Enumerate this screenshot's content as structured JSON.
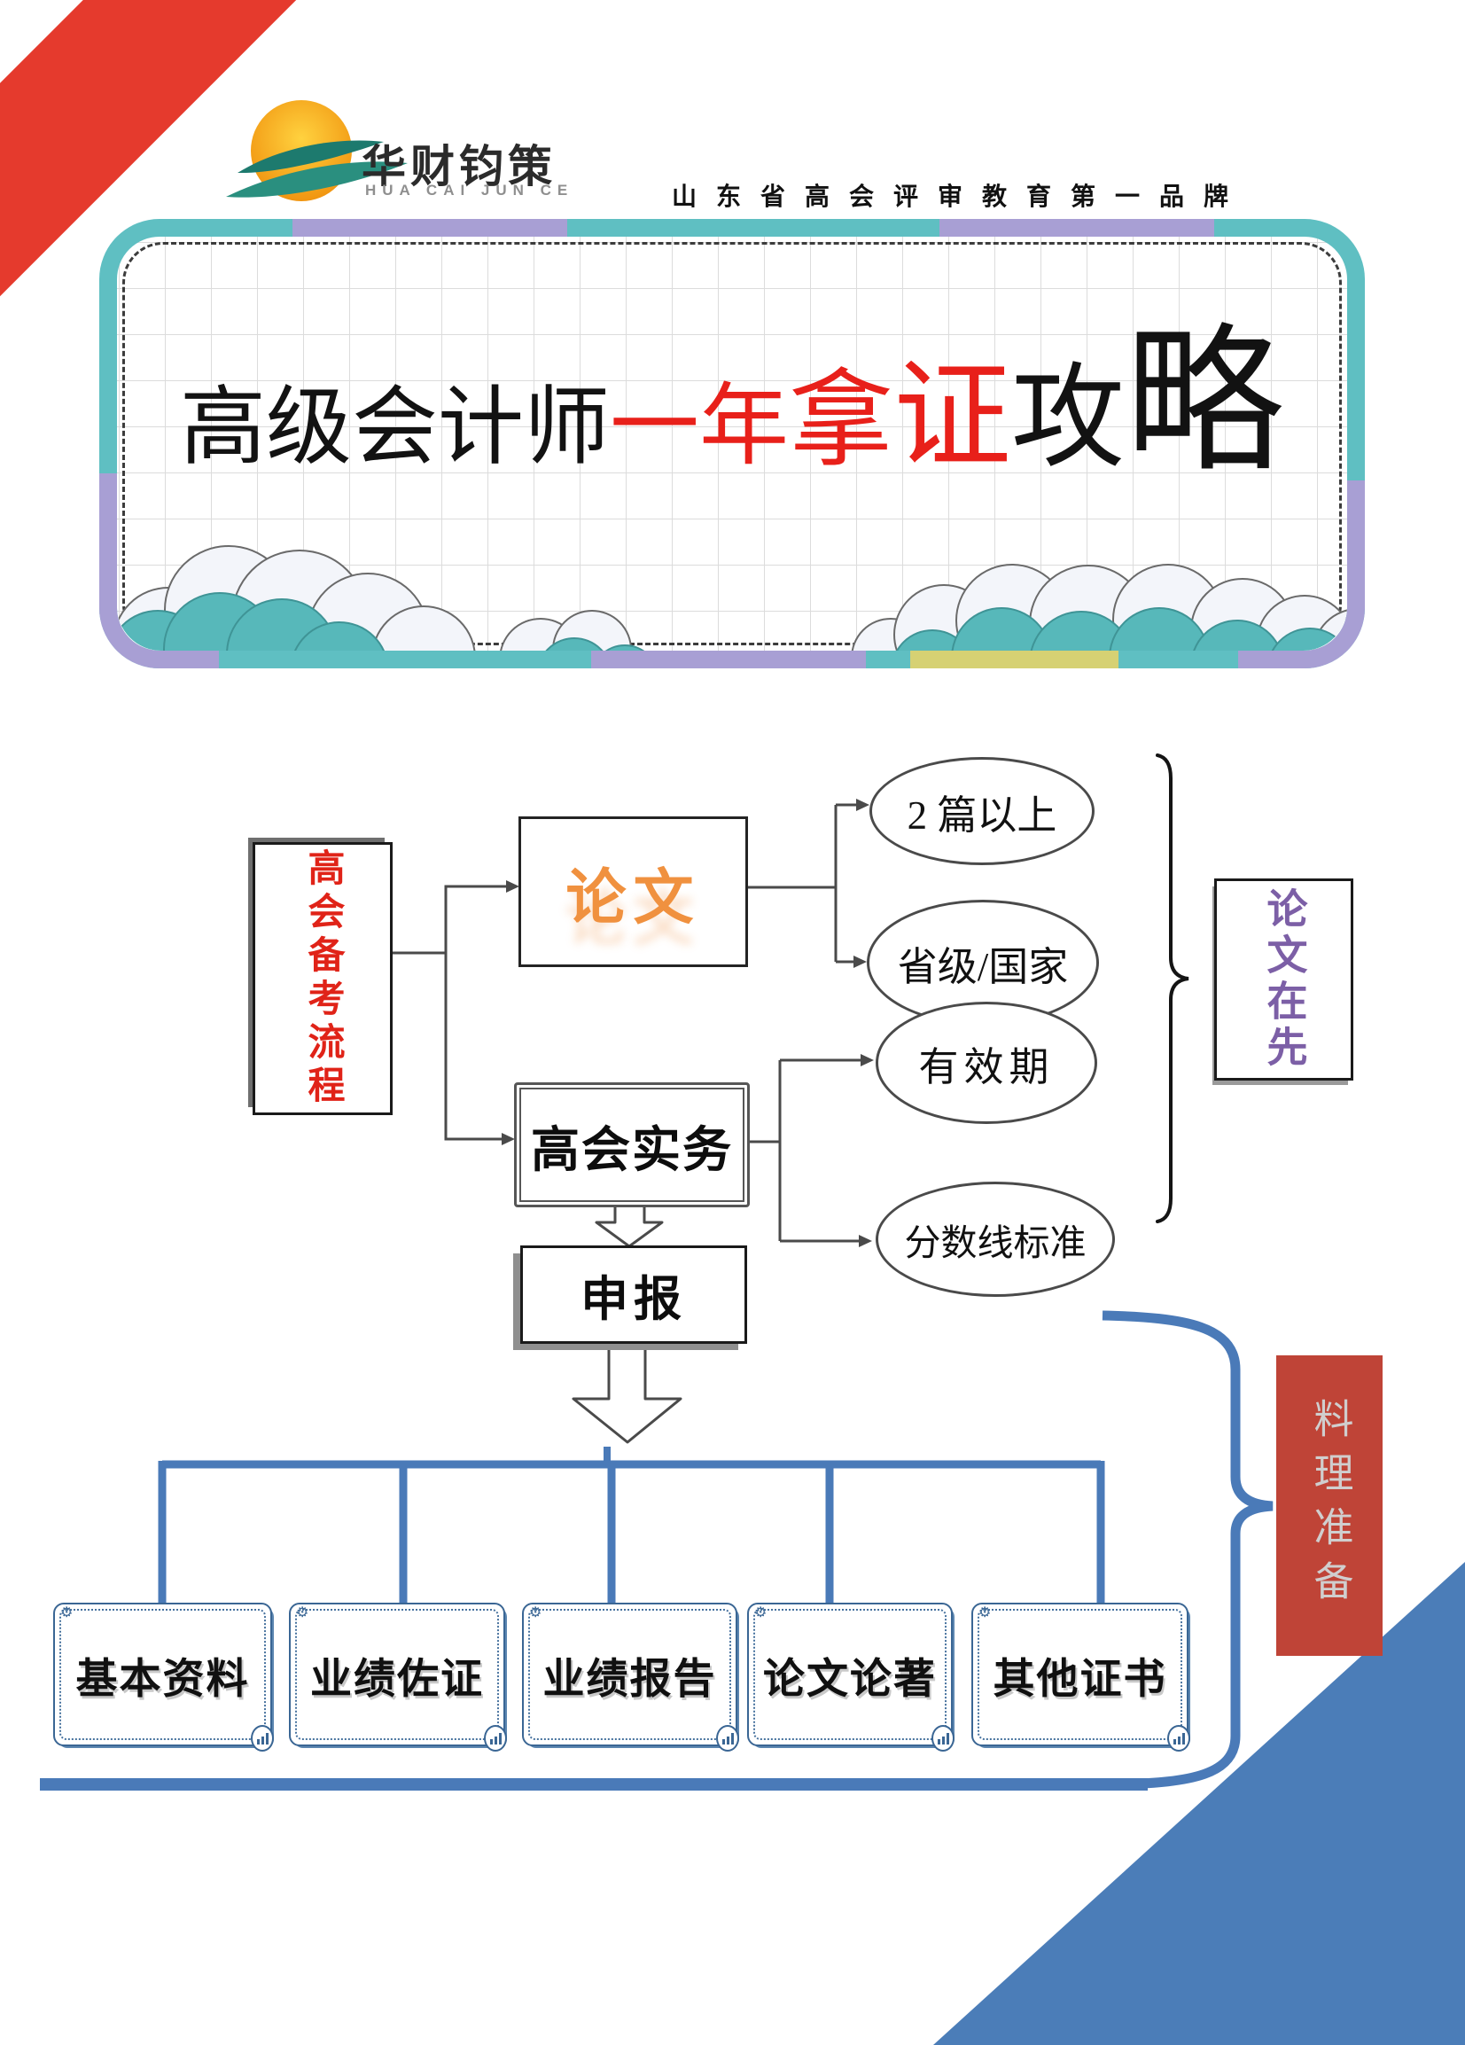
{
  "brand": {
    "logo_text": "华财钧策",
    "logo_subtext": "HUA CAI JUN CE",
    "tagline": "山东省高会评审教育第一品牌"
  },
  "banner": {
    "title_seg1": "高级会计师",
    "title_seg2": "一年",
    "title_seg3": "拿",
    "title_seg4": "证",
    "title_seg5": "攻",
    "title_seg6": "略"
  },
  "flowchart": {
    "root_label": "高会备考流程",
    "thesis_label": "论文",
    "thesis_points": [
      "2 篇以上",
      "省级/国家"
    ],
    "practice_label": "高会实务",
    "practice_points": [
      "有效期",
      "分数线标准"
    ],
    "side_note": "论文在先",
    "declare_label": "申报",
    "materials": [
      "基本资料",
      "业绩佐证",
      "业绩报告",
      "论文论著",
      "其他证书"
    ],
    "materials_note": "料理准备"
  },
  "icons": {
    "gear": "⚙"
  },
  "colors": {
    "title_red": "#e8201a",
    "ribbon_red": "#e53a2d",
    "banner_teal": "#5fbfc2",
    "banner_purple": "#a89fd4",
    "banner_yellow": "#d6d173",
    "steel_blue": "#4a7ab8",
    "material_box_blue": "#3a6694",
    "thesis_orange": "#f0913f",
    "note_purple": "#7c5fa6",
    "prep_box_red": "#bf4437",
    "sun_orange": "#f29111",
    "swoosh_teal": "#2a8f7f"
  }
}
